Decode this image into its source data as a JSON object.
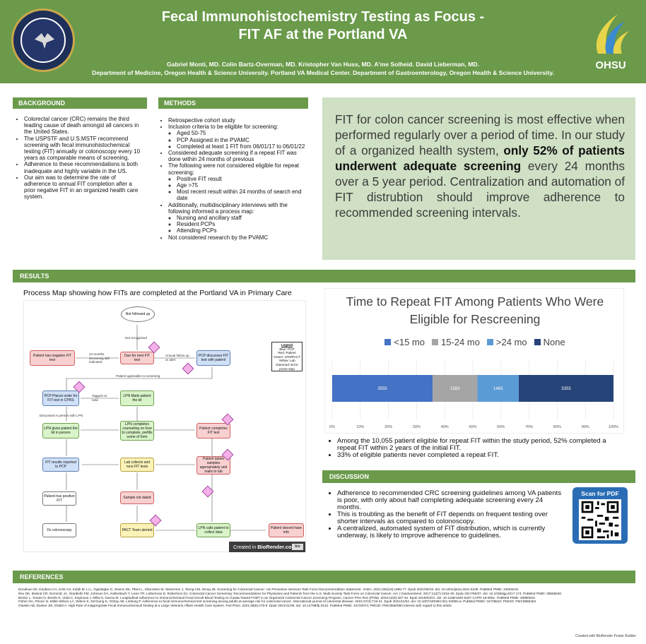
{
  "header": {
    "title_line1": "Fecal Immunohistochemistry Testing as Focus -",
    "title_line2": "FIT AF at the Portland VA",
    "authors": "Gabriel Monti, MD. Colin Bartz-Overman, MD. Kristopher Van Huss, MD. A'me Solheid. David Lieberman, MD.",
    "affiliations": "Department of Medicine, Oregon Health & Science University. Portland VA Medical Center. Department of Gastroenterology, Oregon Health & Science University.",
    "right_logo_text": "OHSU"
  },
  "background": {
    "heading": "BACKGROUND",
    "items": [
      "Colorectal cancer (CRC) remains the third leading cause of death amongst all cancers in the United States.",
      "The USPSTF and U.S.MSTF recommend screening with fecal immunohistochemical testing (FIT) annually or colonoscopy every 10 years as comparable means of screening.",
      "Adherence to these recommendations is both inadequate and highly variable in the US.",
      "Our aim was to determine the rate of adherence to annual FIT completion after a prior negative FIT in an organized health care system."
    ]
  },
  "methods": {
    "heading": "METHODS",
    "item1": "Retrospective cohort study",
    "item2": "Inclusion criteria to be eligible for screening:",
    "item2_sub": [
      "Aged 50-75",
      "PCP Assigned in the PVAMC",
      "Completed at least 1 FIT from 06/01/17 to 06/01/22"
    ],
    "item3": "Considered adequate screening if a repeat FIT was done within 24 months of previous",
    "item4": "The following were not considered eligible for repeat screening:",
    "item4_sub": [
      "Positive FIT result",
      "Age >75",
      "Most recent result within 24 months of search end date"
    ],
    "item5": "Additionally, multidisciplinary interviews with the following informed a process map:",
    "item5_sub": [
      "Nursing and ancillary staff",
      "Resident PCPs",
      "Attending PCPs"
    ],
    "item6": "Not considered research by the PVAMC"
  },
  "highlight": {
    "part1": "FIT for colon cancer screening is most effective when performed regularly over a period of time. In our study of a organized health system, ",
    "bold": "only 52% of patients underwent adequate screening",
    "part2": " every 24 months over a 5 year period. Centralization and automation of FIT distrubtion should improve adherence to recommended screening intervals."
  },
  "results": {
    "heading": "RESULTS",
    "process_map_title": "Process Map showing how FITs are completed at the Portland VA in Primary Care",
    "process_map": {
      "nodes": {
        "not_followed": "Not followed up",
        "not_recognized": "Not recognized",
        "neg_fit": "Patient has negative FIT test",
        "months24": "24 months Screening still indicated",
        "due": "Due for next FIT test",
        "annual": "Annual follow up or alert",
        "pcp_discuss": "PCP discusses FIT test with patient",
        "agreeable": "Patient agreeable to screening",
        "pcp_order": "PCP Places order for FIT test in CPRS",
        "tagged": "Tagged on note",
        "lpn_mails": "LPN Mails patient the kit",
        "discussed": "Discussed in person with LPN",
        "lpn_gives": "LPN gives patient the kit in person",
        "lpn_counsel": "LPN completes counseling on how to complete, prefills some of form",
        "pt_completes": "Patient completes FIT test",
        "results_reported": "FIT results reported to PCP",
        "lab_collects": "Lab collects and runs FIT tests",
        "pt_labels": "Patient labels samples appropriately and mails to lab",
        "pos_fit": "Patient has positive FIT",
        "sample_not_dated": "Sample not dated",
        "dx_colo": "Dx colonoscopy",
        "pact": "PACT Team alerted",
        "lpn_calls": "LPN calls patient to collect data",
        "pt_no_info": "Patient doesnt have info"
      },
      "legend_title": "Legend",
      "legend_lines": [
        "Blue: PCP",
        "Red: Patient",
        "Green: LPN/PACT",
        "Yellow: Lab",
        "Diamond: Error prone step"
      ],
      "credit_prefix": "Created in",
      "credit_brand": "BioRender.com",
      "credit_tag": "bio"
    },
    "bullets": [
      "Among the 10,055 patient eligible for repeat FIT within the study period, 52% completed a repeat FIT within 2 years of the initial FIT.",
      "33% of eligible patients never completed a repeat FIT."
    ]
  },
  "chart_data": {
    "type": "bar",
    "orientation": "horizontal-stacked-100",
    "title": "Time to Repeat FIT Among Patients Who Were Eligible for Rescreening",
    "series": [
      {
        "name": "<15 mo",
        "value": 3555,
        "color": "#4472c4"
      },
      {
        "name": "15-24 mo",
        "value": 1583,
        "color": "#a5a5a5"
      },
      {
        "name": ">24 mo",
        "value": 1463,
        "color": "#5b9bd5"
      },
      {
        "name": "None",
        "value": 3353,
        "color": "#264478"
      }
    ],
    "x_ticks": [
      "0%",
      "10%",
      "20%",
      "30%",
      "40%",
      "50%",
      "60%",
      "70%",
      "80%",
      "90%",
      "100%"
    ],
    "xlim": [
      0,
      100
    ],
    "grid": true,
    "legend_position": "top"
  },
  "discussion": {
    "heading": "DISCUSSION",
    "items": [
      "Adherence to recommended CRC screening guidelines among VA patients is poor, with only about half completing adequate screening every 24 months.",
      "This is troubling as the benefit of FIT depends on frequent testing over shorter intervals as compared to colonoscopy.",
      "A centralized, automated system of FIT distribution, which is currently underway, is likely to improve adherence to guidelines."
    ],
    "qr_label": "Scan for PDF"
  },
  "references": {
    "heading": "REFERENCES",
    "items": [
      "Donahue KE, Doubeni CA, Krist AH, Kubik M, Li L, Ogedegbe G, Owens DK, Pbert L, Silverstein M, Stevermer J, Tseng CW, Wong JB. Screening for Colorectal Cancer: US Preventive Services Task Force Recommendation Statement. JAMA. 2021;325(19):1965-77. Epub 2021/05/19. doi: 10.1001/jama.2021.6238. PubMed PMID: 34003218.",
      "Rex DK, Boland CR, Dominitz JA, Giardiello FM, Johnson DA, Kaltenbach T, Levin TR, Lieberman D, Robertson DJ. Colorectal Cancer Screening: Recommendations for Physicians and Patients from the U.S. Multi-Society Task Force on Colorectal Cancer. Am J Gastroenterol. 2017;112(7):1016-30. Epub 2017/06/07. doi: 10.1038/ajg.2017.174. PubMed PMID: 28555630.",
      "Benito L, Travier N, Binefa G, Vidal C, Espinosa J, Milla N, Garcia M. Longitudinal Adherence to Immunochemical Fecal Occult Blood Testing vs Guaiac-based FOBT in an Organized Colorectal Cancer Screening Program. Cancer Prev Res (Phila). 2019;12(5):327-34. Epub 2019/03/21. doi: 10.1158/1940-6207.CAPR-18-0091. PubMed PMID: 30890542.",
      "Fisher DA, Princic N, Miller-Wilson LA, Wilson K, DeYoung K, Ozbay AB, Limburg P. Adherence to fecal immunochemical test screening among adults at average risk for colorectal cancer. International journal of colorectal disease. 2022;37(3):719-21. Epub 2021/11/04. doi: 10.1007/s00384-021-04055-w. PubMed PMID: 34729622; PMCID: PMC8885463.",
      "Gluskin AB, Dueker JM, Khalid A. High Rate of Inappropriate Fecal Immunochemical Testing at a Large Veterans Affairs Health Care System. Fed Pract. 2021;38(6):270-5. Epub 2021/11/05. doi: 10.12788/fp.0142. PubMed PMID: 34733074; PMCID: PMC8560050 Interest with regard to this article."
    ]
  },
  "footer": "Created with BioRender Poster Builder"
}
